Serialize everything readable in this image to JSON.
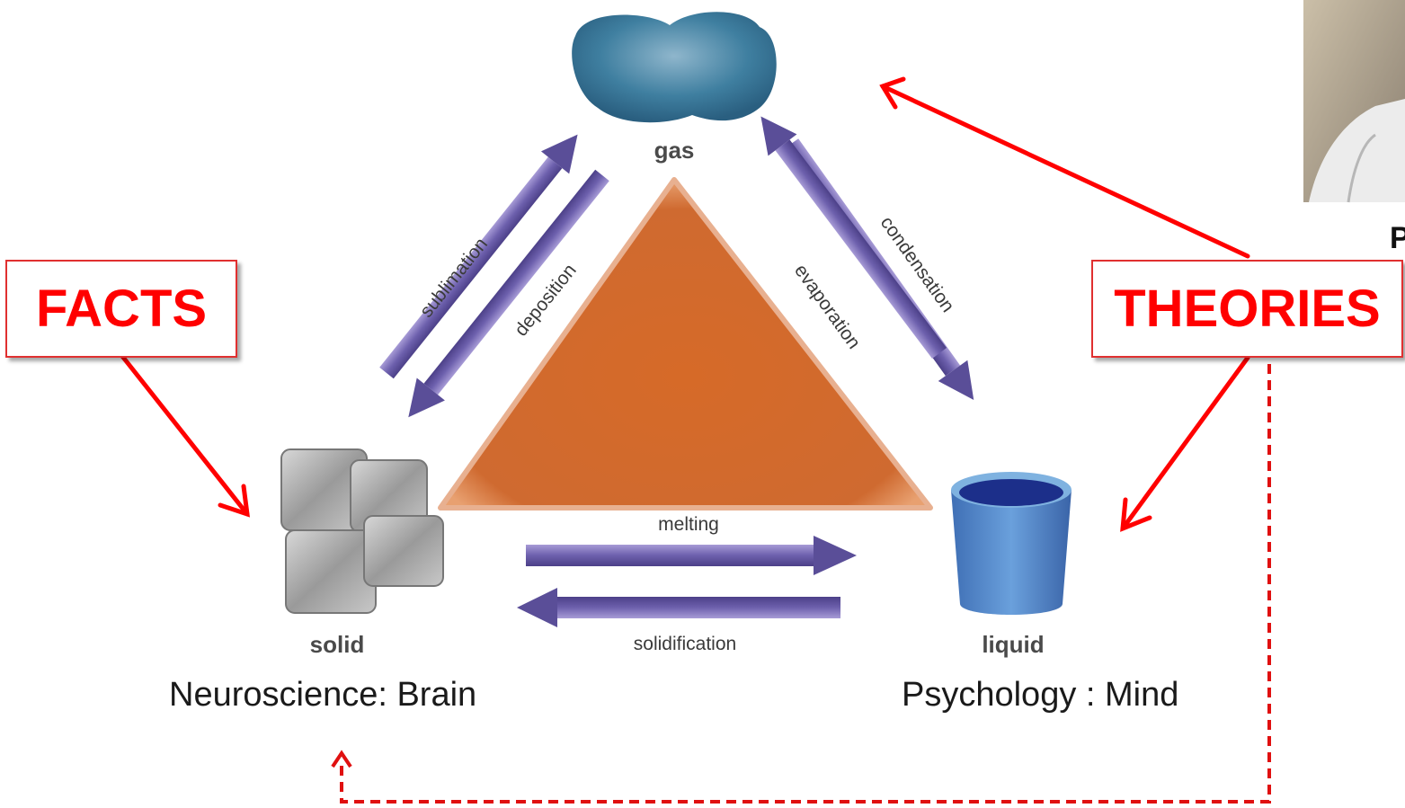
{
  "phases": {
    "gas": "gas",
    "solid": "solid",
    "liquid": "liquid"
  },
  "processes": {
    "sublimation": "sublimation",
    "deposition": "deposition",
    "condensation": "condensation",
    "evaporation": "evaporation",
    "melting": "melting",
    "solidification": "solidification"
  },
  "captions": {
    "neuroscience": "Neuroscience: Brain",
    "psychology": "Psychology : Mind"
  },
  "callouts": {
    "facts": "FACTS",
    "theories": "THEORIES"
  },
  "photo_caption_fragment": "P",
  "colors": {
    "triangle": "#d2692a",
    "process_arrow": "#6b5fa8",
    "annotation_red": "#ff0000",
    "gas_cloud": "#3f7fa0",
    "liquid_beaker": "#4a86c8"
  }
}
